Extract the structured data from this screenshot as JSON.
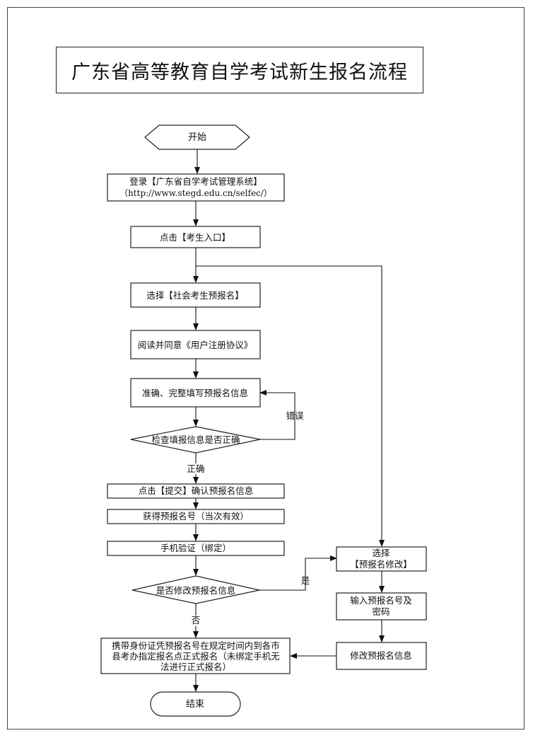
{
  "title": "广东省高等教育自学考试新生报名流程",
  "nodes": {
    "start": "开始",
    "login_line1": "登录【广东省自学考试管理系统】",
    "login_line2": "（http://www.stegd.edu.cn/selfec/）",
    "click_entry": "点击【考生入口】",
    "select_social": "选择【社会考生预报名】",
    "read_agree": "阅读并同意《用户注册协议》",
    "fill_info": "准确、完整填写预报名信息",
    "check_info": "检查填报信息是否正确",
    "click_submit": "点击【提交】确认预报名信息",
    "get_number": "获得预报名号（当次有效）",
    "phone_verify": "手机验证（绑定）",
    "modify_question": "是否修改预报名信息",
    "select_modify_line1": "选择",
    "select_modify_line2": "【预报名修改】",
    "input_number_line1": "输入预报名号及",
    "input_number_line2": "密码",
    "modify_info": "修改预报名信息",
    "bring_id_line1": "携带身份证凭预报名号在规定时间内到各市",
    "bring_id_line2": "县考办指定报名点正式报名（未绑定手机无",
    "bring_id_line3": "法进行正式报名）",
    "end": "结束"
  },
  "labels": {
    "error": "错误",
    "correct": "正确",
    "yes": "是",
    "no": "否"
  }
}
